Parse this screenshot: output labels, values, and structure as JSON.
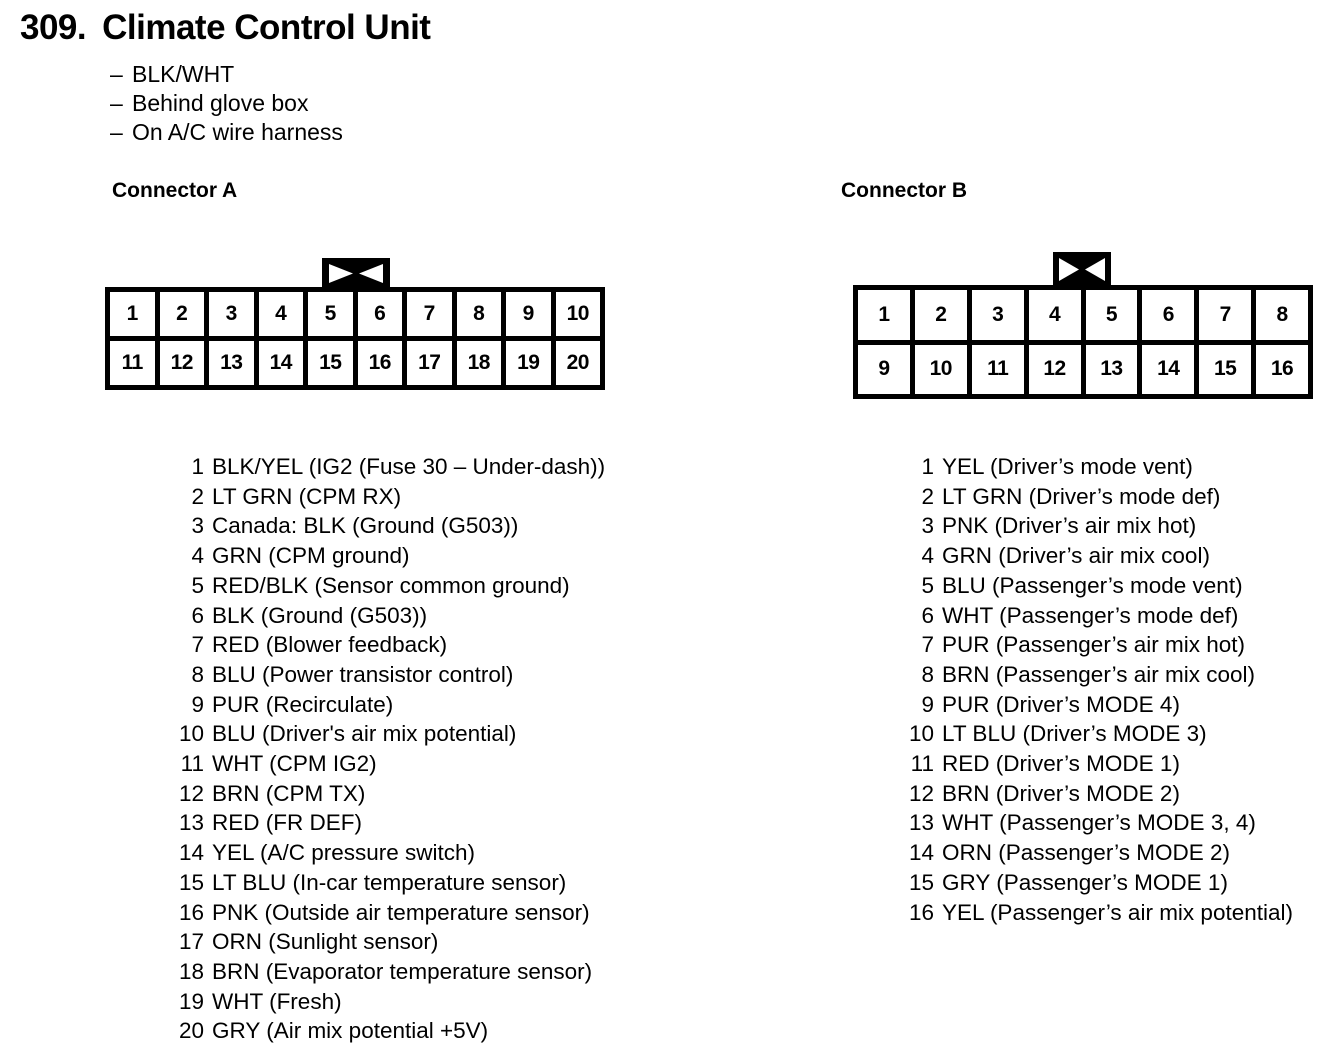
{
  "header": {
    "number": "309.",
    "title": "Climate Control Unit",
    "notes": [
      {
        "dash": "–",
        "text": "BLK/WHT"
      },
      {
        "dash": "–",
        "text": "Behind glove box"
      },
      {
        "dash": "–",
        "text": "On A/C wire harness"
      }
    ]
  },
  "connectors": [
    {
      "title": "Connector A",
      "rows": [
        [
          "1",
          "2",
          "3",
          "4",
          "5",
          "6",
          "7",
          "8",
          "9",
          "10"
        ],
        [
          "11",
          "12",
          "13",
          "14",
          "15",
          "16",
          "17",
          "18",
          "19",
          "20"
        ]
      ]
    },
    {
      "title": "Connector B",
      "rows": [
        [
          "1",
          "2",
          "3",
          "4",
          "5",
          "6",
          "7",
          "8"
        ],
        [
          "9",
          "10",
          "11",
          "12",
          "13",
          "14",
          "15",
          "16"
        ]
      ]
    }
  ],
  "pinlists": {
    "connector_a": [
      {
        "num": "1",
        "desc": "BLK/YEL (IG2 (Fuse 30 – Under-dash))"
      },
      {
        "num": "2",
        "desc": "LT GRN (CPM RX)"
      },
      {
        "num": "3",
        "desc": "Canada: BLK (Ground (G503))"
      },
      {
        "num": "4",
        "desc": "GRN (CPM ground)"
      },
      {
        "num": "5",
        "desc": "RED/BLK (Sensor common ground)"
      },
      {
        "num": "6",
        "desc": "BLK (Ground (G503))"
      },
      {
        "num": "7",
        "desc": "RED (Blower feedback)"
      },
      {
        "num": "8",
        "desc": "BLU (Power transistor control)"
      },
      {
        "num": "9",
        "desc": "PUR (Recirculate)"
      },
      {
        "num": "10",
        "desc": "BLU (Driver's air mix potential)"
      },
      {
        "num": "11",
        "desc": "WHT (CPM IG2)"
      },
      {
        "num": "12",
        "desc": "BRN (CPM TX)"
      },
      {
        "num": "13",
        "desc": "RED (FR DEF)"
      },
      {
        "num": "14",
        "desc": "YEL (A/C pressure switch)"
      },
      {
        "num": "15",
        "desc": "LT BLU (In-car temperature sensor)"
      },
      {
        "num": "16",
        "desc": "PNK (Outside air temperature sensor)"
      },
      {
        "num": "17",
        "desc": "ORN (Sunlight sensor)"
      },
      {
        "num": "18",
        "desc": "BRN (Evaporator temperature sensor)"
      },
      {
        "num": "19",
        "desc": "WHT (Fresh)"
      },
      {
        "num": "20",
        "desc": "GRY (Air mix potential +5V)"
      }
    ],
    "connector_b": [
      {
        "num": "1",
        "desc": "YEL (Driver’s mode vent)"
      },
      {
        "num": "2",
        "desc": "LT GRN (Driver’s mode def)"
      },
      {
        "num": "3",
        "desc": "PNK (Driver’s air mix hot)"
      },
      {
        "num": "4",
        "desc": "GRN (Driver’s air mix cool)"
      },
      {
        "num": "5",
        "desc": "BLU (Passenger’s mode vent)"
      },
      {
        "num": "6",
        "desc": "WHT (Passenger’s mode def)"
      },
      {
        "num": "7",
        "desc": "PUR (Passenger’s air mix hot)"
      },
      {
        "num": "8",
        "desc": "BRN (Passenger’s air mix cool)"
      },
      {
        "num": "9",
        "desc": "PUR (Driver’s MODE 4)"
      },
      {
        "num": "10",
        "desc": "LT BLU (Driver’s MODE 3)"
      },
      {
        "num": "11",
        "desc": "RED (Driver’s MODE 1)"
      },
      {
        "num": "12",
        "desc": "BRN (Driver’s MODE 2)"
      },
      {
        "num": "13",
        "desc": "WHT (Passenger’s MODE 3, 4)"
      },
      {
        "num": "14",
        "desc": "ORN (Passenger’s MODE 2)"
      },
      {
        "num": "15",
        "desc": "GRY (Passenger’s MODE 1)"
      },
      {
        "num": "16",
        "desc": "YEL (Passenger’s air mix potential)"
      }
    ]
  },
  "colors": {
    "ink": "#000000",
    "paper": "#ffffff"
  }
}
